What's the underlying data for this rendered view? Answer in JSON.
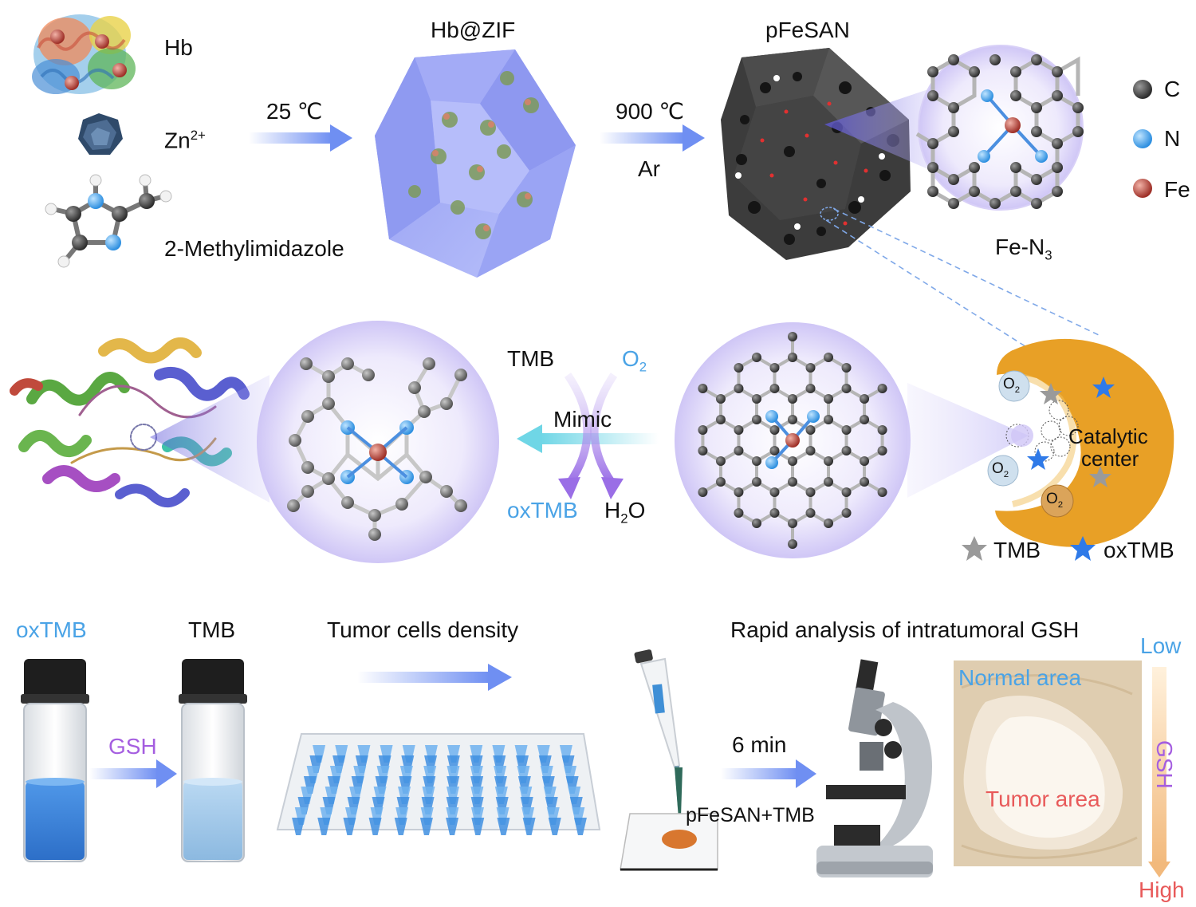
{
  "top": {
    "hb": "Hb",
    "zn": "Zn",
    "zn_charge": "2+",
    "mim": "2-Methylimidazole",
    "step1_temp": "25 ℃",
    "hbzif": "Hb@ZIF",
    "step2_temp": "900 ℃",
    "step2_gas": "Ar",
    "pfesan": "pFeSAN",
    "fen3_main": "Fe-N",
    "fen3_sub": "3",
    "legend": [
      {
        "label": "C",
        "color": "#3a3a3a"
      },
      {
        "label": "N",
        "color": "#3f9de8"
      },
      {
        "label": "Fe",
        "color": "#b3463c"
      }
    ]
  },
  "middle": {
    "tmb": "TMB",
    "o2_main": "O",
    "o2_sub": "2",
    "mimic": "Mimic",
    "oxtmb": "oxTMB",
    "h2o_h": "H",
    "h2o_sub": "2",
    "h2o_o": "O",
    "catalytic_line1": "Catalytic",
    "catalytic_line2": "center",
    "bubble_main": "O",
    "bubble_sub": "2",
    "legend_tmb": "TMB",
    "legend_oxtmb": "oxTMB"
  },
  "bottom": {
    "oxtmb": "oxTMB",
    "tmb": "TMB",
    "gsh_arrow": "GSH",
    "density": "Tumor cells density",
    "rapid": "Rapid analysis of intratumoral GSH",
    "time": "6 min",
    "drop_label": "pFeSAN+TMB",
    "normal_area": "Normal area",
    "tumor_area": "Tumor area",
    "scale_low": "Low",
    "scale_high": "High",
    "scale_gsh": "GSH"
  },
  "colors": {
    "arrow_blue": "#6f8ff2",
    "arrow_cyan": "#6fd6e6",
    "orange": "#e8a026",
    "lavender": "#dcd6f8"
  }
}
